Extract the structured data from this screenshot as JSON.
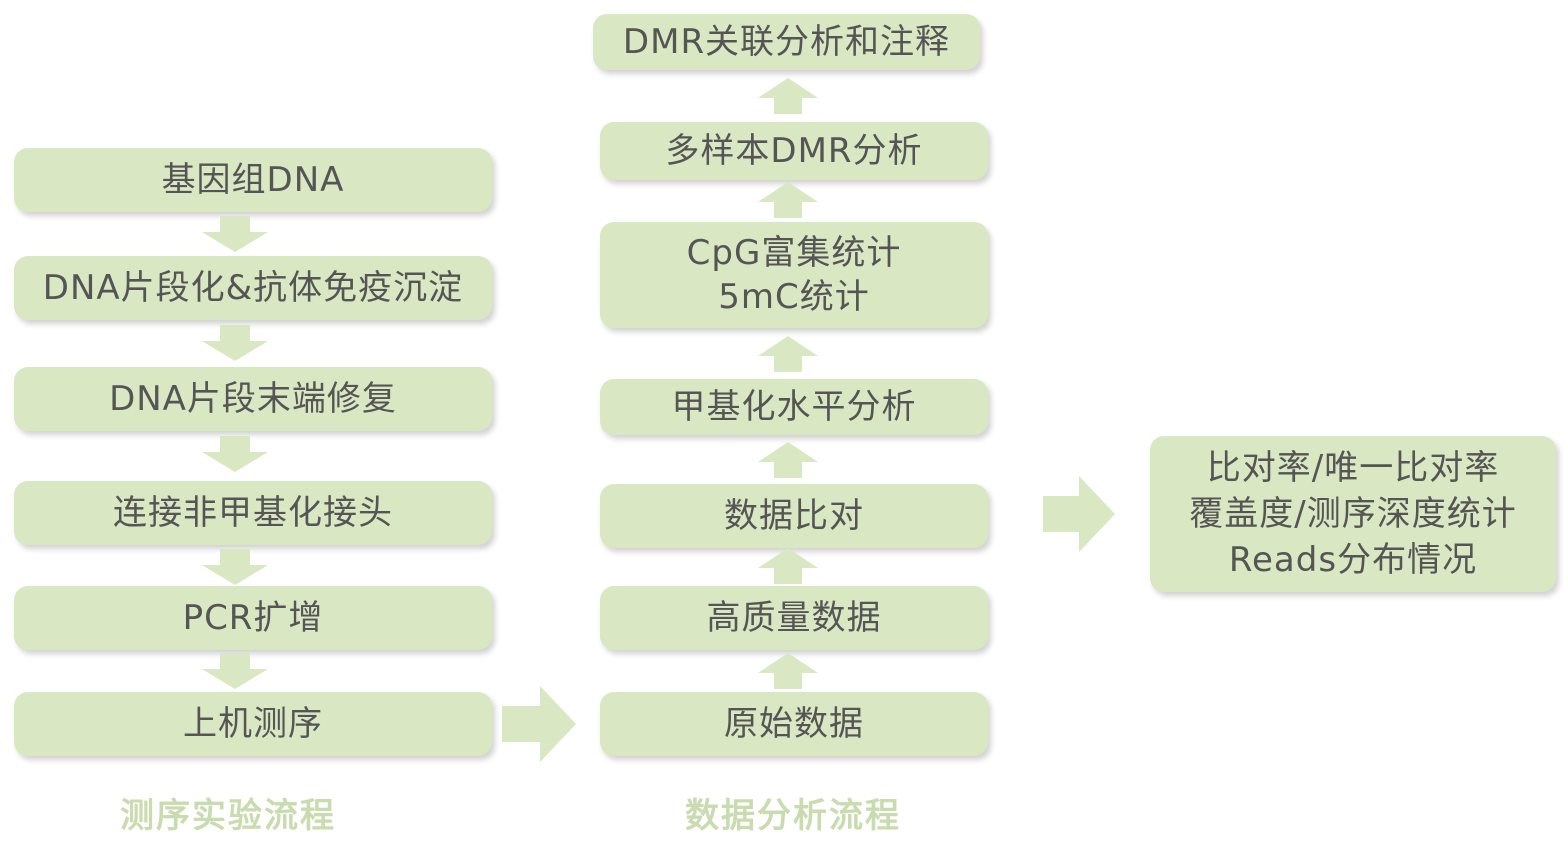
{
  "left_flow": {
    "caption": "测序实验流程",
    "steps": [
      "基因组DNA",
      "DNA片段化&抗体免疫沉淀",
      "DNA片段末端修复",
      "连接非甲基化接头",
      "PCR扩增",
      "上机测序"
    ]
  },
  "middle_flow": {
    "caption": "数据分析流程",
    "steps": [
      "原始数据",
      "高质量数据",
      "数据比对",
      "甲基化水平分析",
      "CpG富集统计",
      "5mC统计",
      "多样本DMR分析",
      "DMR关联分析和注释"
    ]
  },
  "right_box": {
    "lines": [
      "比对率/唯一比对率",
      "覆盖度/测序深度统计",
      "Reads分布情况"
    ]
  },
  "colors": {
    "box_fill": "#d9e7c3",
    "arrow_fill": "#d9e7c3",
    "text": "#555555",
    "caption": "#c9dbaf"
  }
}
